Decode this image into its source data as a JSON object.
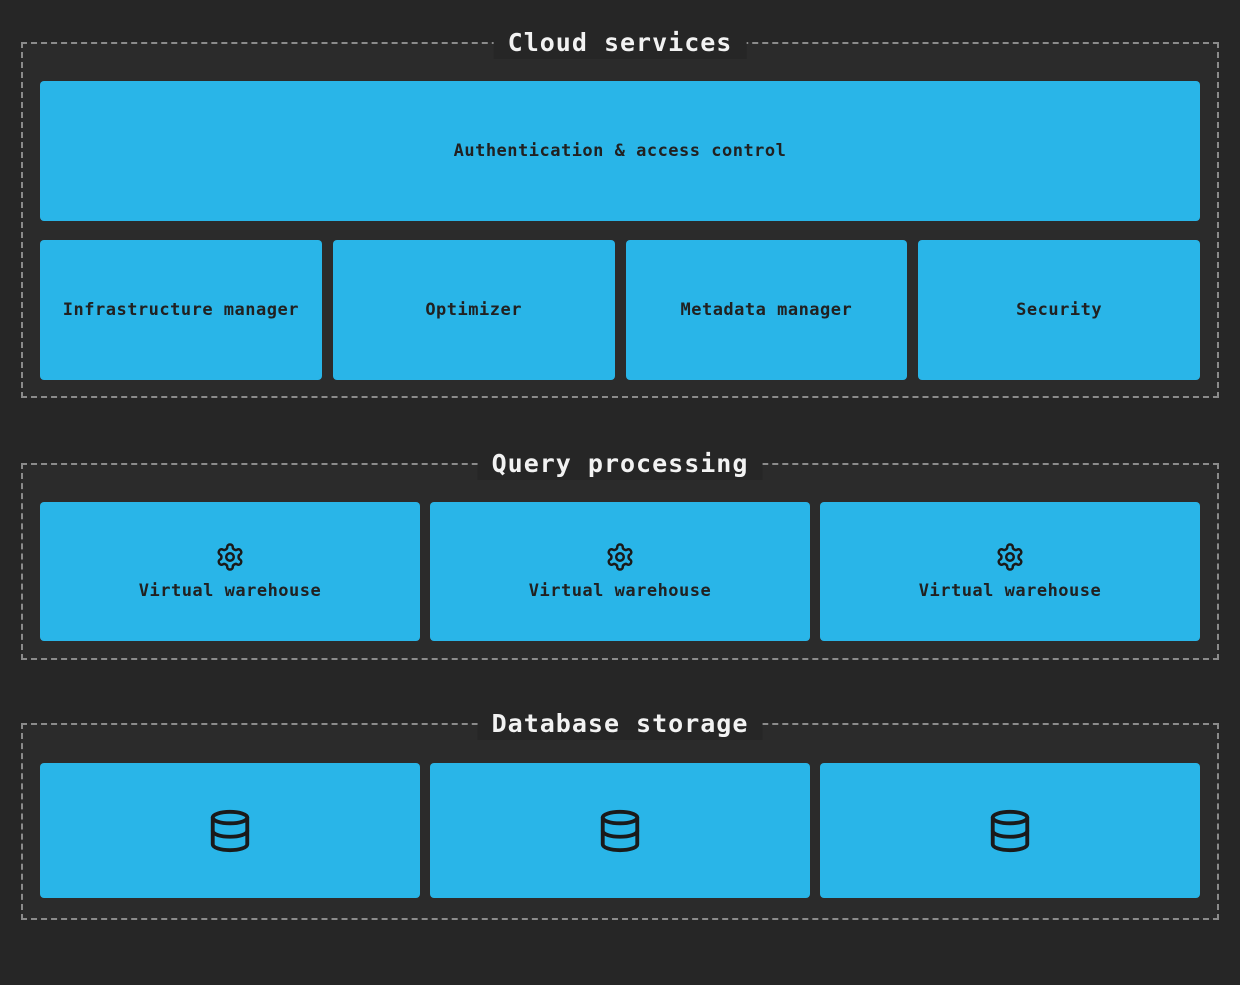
{
  "diagram": {
    "colors": {
      "page_background": "#262626",
      "section_background": "#2b2b2b",
      "section_border": "#8b8b8b",
      "section_title_text": "#f2f2f2",
      "box_fill": "#29b5e8",
      "box_text": "#212121",
      "icon_stroke": "#1a1a1a"
    },
    "sections": [
      {
        "title": "Cloud services",
        "wide_box": {
          "label": "Authentication & access control"
        },
        "boxes": [
          {
            "label": "Infrastructure manager"
          },
          {
            "label": "Optimizer"
          },
          {
            "label": "Metadata manager"
          },
          {
            "label": "Security"
          }
        ]
      },
      {
        "title": "Query processing",
        "boxes": [
          {
            "label": "Virtual warehouse",
            "icon": "gear-icon"
          },
          {
            "label": "Virtual warehouse",
            "icon": "gear-icon"
          },
          {
            "label": "Virtual warehouse",
            "icon": "gear-icon"
          }
        ]
      },
      {
        "title": "Database storage",
        "boxes": [
          {
            "icon": "database-icon"
          },
          {
            "icon": "database-icon"
          },
          {
            "icon": "database-icon"
          }
        ]
      }
    ]
  }
}
